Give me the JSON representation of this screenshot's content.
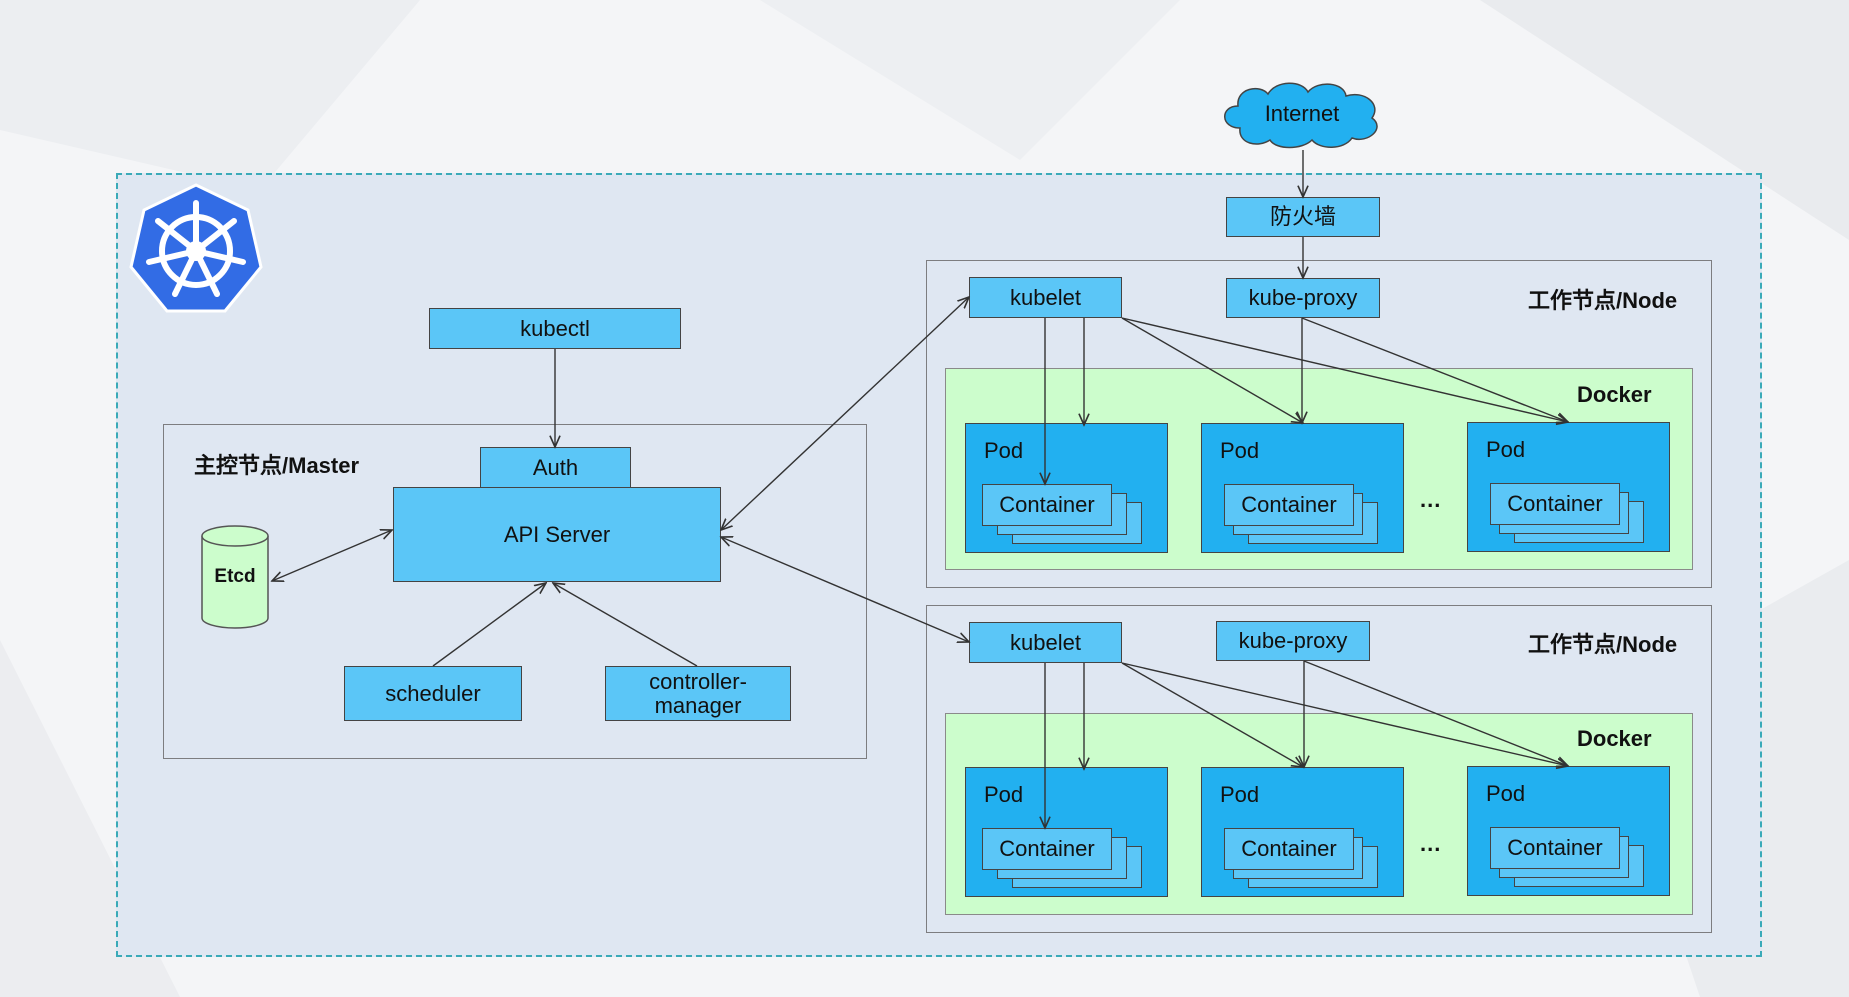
{
  "internet": {
    "label": "Internet"
  },
  "firewall": {
    "label": "防火墙"
  },
  "master": {
    "title": "主控节点/Master",
    "kubectl": "kubectl",
    "auth": "Auth",
    "api_server": "API Server",
    "etcd": "Etcd",
    "scheduler": "scheduler",
    "controller_manager": "controller-manager"
  },
  "nodes": [
    {
      "title": "工作节点/Node",
      "kubelet": "kubelet",
      "kube_proxy": "kube-proxy",
      "docker": "Docker",
      "pods": [
        {
          "label": "Pod",
          "container": "Container"
        },
        {
          "label": "Pod",
          "container": "Container"
        },
        {
          "label": "Pod",
          "container": "Container"
        }
      ],
      "ellipsis": "..."
    },
    {
      "title": "工作节点/Node",
      "kubelet": "kubelet",
      "kube_proxy": "kube-proxy",
      "docker": "Docker",
      "pods": [
        {
          "label": "Pod",
          "container": "Container"
        },
        {
          "label": "Pod",
          "container": "Container"
        },
        {
          "label": "Pod",
          "container": "Container"
        }
      ],
      "ellipsis": "..."
    }
  ],
  "colors": {
    "component_fill": "#5bc6f7",
    "pod_fill": "#22b0f0",
    "docker_fill": "#ccfdcc",
    "cluster_fill": "#dfe7f2",
    "logo_blue": "#326ce5"
  },
  "icons": {
    "logo": "kubernetes-helm-logo",
    "internet": "cloud-icon",
    "etcd": "cylinder-database-icon"
  }
}
